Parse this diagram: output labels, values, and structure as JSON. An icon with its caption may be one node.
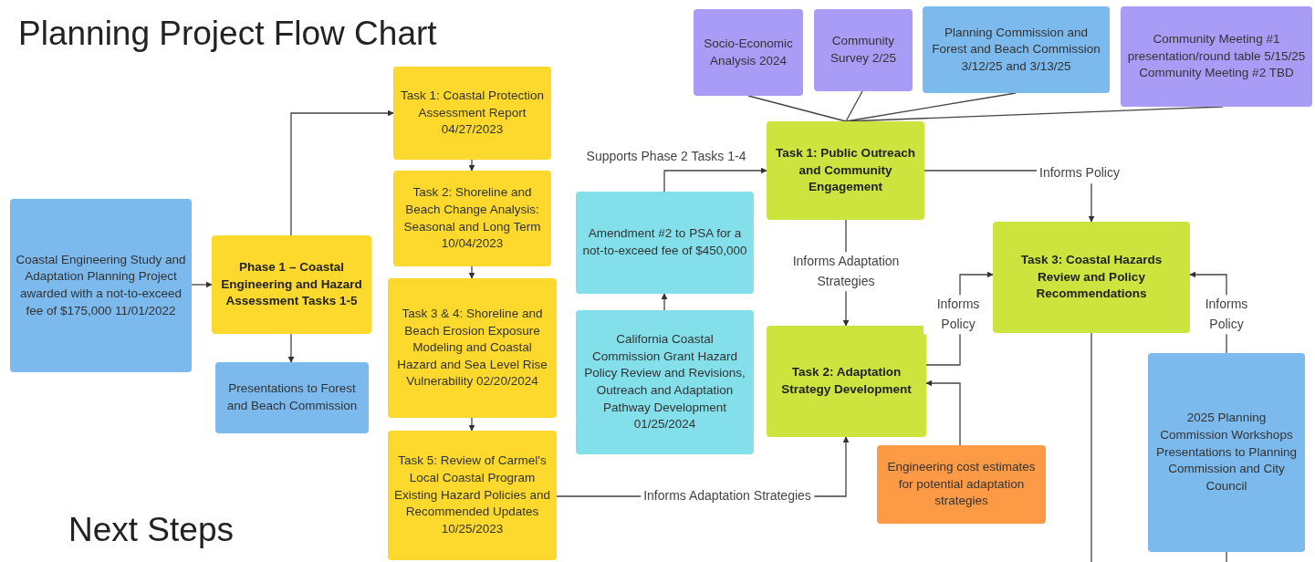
{
  "diagram": {
    "title": "Planning Project Flow Chart",
    "nodes": [
      {
        "text": [
          "Socio-Economic Analysis 2024"
        ]
      },
      {
        "text": [
          "Community Survey 2/25"
        ]
      },
      {
        "text": [
          "Planning Commission and Forest and Beach Commission 3/12/25 and 3/13/25"
        ]
      },
      {
        "text": [
          "Community Meeting #1 presentation/round table 5/15/25 Community Meeting #2 TBD"
        ]
      },
      {
        "text": [
          "Task 1: Coastal Protection Assessment Report 04/27/2023"
        ]
      },
      {
        "text": [
          "Task 1: Public Outreach and Community Engagement"
        ]
      },
      {
        "text": [
          "Task 2: Shoreline and Beach Change Analysis: Seasonal and Long Term 10/04/2023"
        ]
      },
      {
        "text": [
          "Amendment #2 to PSA for a not-to-exceed fee of $450,000"
        ]
      },
      {
        "text": [
          "Coastal Engineering Study and Adaptation Planning Project awarded with a not-to-exceed fee of $175,000 11/01/2022"
        ]
      },
      {
        "text": [
          "Phase 1 – Coastal Engineering and Hazard Assessment Tasks 1-5"
        ]
      },
      {
        "text": [
          "Task 3: Coastal Hazards Review and Policy Recommendations"
        ]
      },
      {
        "text": [
          "Task 3 & 4: Shoreline and Beach Erosion Exposure Modeling and Coastal Hazard and Sea Level Rise Vulnerability 02/20/2024"
        ]
      },
      {
        "text": [
          "California Coastal Commission Grant Hazard Policy Review and Revisions, Outreach and Adaptation Pathway Development 01/25/2024"
        ]
      },
      {
        "text": [
          "Task 2: Adaptation Strategy Development"
        ]
      },
      {
        "text": [
          "Presentations to Forest and Beach Commission"
        ]
      },
      {
        "text": [
          "2025 Planning Commission Workshops Presentations to Planning Commission and City Council"
        ]
      },
      {
        "text": [
          "Task 5: Review of Carmel's Local Coastal Program Existing Hazard Policies and Recommended Updates 10/25/2023"
        ]
      },
      {
        "text": [
          "Engineering cost estimates for potential adaptation strategies"
        ]
      }
    ],
    "edges": [
      {
        "from": 8,
        "to": 9,
        "arrow": "to"
      },
      {
        "from": 9,
        "to": 4,
        "arrow": "to"
      },
      {
        "from": 9,
        "to": 14,
        "arrow": "to"
      },
      {
        "from": 4,
        "to": 6,
        "arrow": "to"
      },
      {
        "from": 6,
        "to": 11,
        "arrow": "to"
      },
      {
        "from": 11,
        "to": 16,
        "arrow": "to"
      },
      {
        "from": 16,
        "to": 13,
        "arrow": "to",
        "label": "Informs Adaptation Strategies"
      },
      {
        "from": 12,
        "to": 7,
        "arrow": "to"
      },
      {
        "from": 7,
        "to": 5,
        "arrow": "to",
        "label": "Supports Phase 2 Tasks 1-4"
      },
      {
        "from": 0,
        "to": 5,
        "arrow": "none"
      },
      {
        "from": 1,
        "to": 5,
        "arrow": "none"
      },
      {
        "from": 2,
        "to": 5,
        "arrow": "none"
      },
      {
        "from": 3,
        "to": 5,
        "arrow": "none"
      },
      {
        "from": 5,
        "to": 10,
        "arrow": "to",
        "label": "Informs Policy"
      },
      {
        "from": 5,
        "to": 13,
        "arrow": "to",
        "label": "Informs Adaptation Strategies"
      },
      {
        "from": 13,
        "to": 10,
        "arrow": "to",
        "label": "Informs Policy"
      },
      {
        "from": 17,
        "to": 13,
        "arrow": "to"
      },
      {
        "from": 15,
        "to": 10,
        "arrow": "to",
        "label": "Informs Policy"
      },
      {
        "from": 10,
        "to": null,
        "arrow": "none"
      },
      {
        "from": 15,
        "to": null,
        "arrow": "none"
      }
    ],
    "labels": [
      "Next Steps"
    ]
  }
}
